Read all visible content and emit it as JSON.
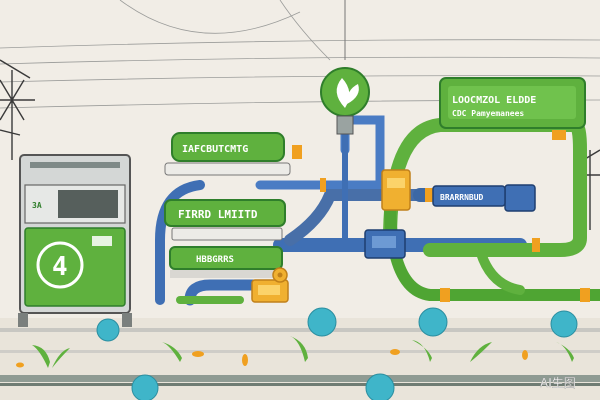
{
  "colors": {
    "background": "#f1ede6",
    "green": "#5fb13e",
    "dark_green": "#2f7e2b",
    "blue": "#3f6fb4",
    "orange": "#f0a020",
    "bubble": "#3fb5c9",
    "pipe_dark": "#2f4a6a"
  },
  "signs": {
    "top_right_line1": "LOOCMZOL ELDDE",
    "top_right_line2": "CDC Pamyemanees",
    "left_top": "IAFCBUTCMTG",
    "left_middle": "FIRRD LMIITD",
    "left_bottom": "HBBGRRS",
    "valve_label": "BRARRNBUD"
  },
  "cabinet": {
    "panel_number": "4",
    "side_label": "3A"
  },
  "watermark": "AI生图",
  "icons": [
    "leaf-icon",
    "power-tower-icon",
    "light-bulb-icon",
    "gear-icon"
  ]
}
